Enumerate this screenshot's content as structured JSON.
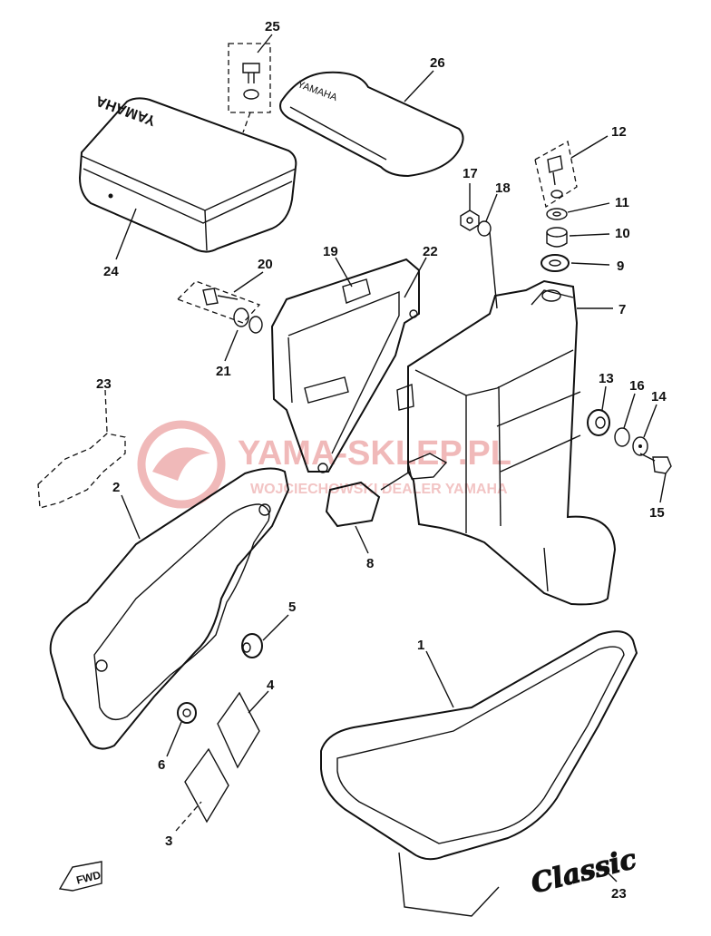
{
  "watermark": {
    "title": "YAMA-SKLEP.PL",
    "subtitle": "WOJCIECHOWSKI DEALER YAMAHA",
    "color": "#e89a9a"
  },
  "emblems": {
    "toolbox_emblem": "YAMAHA",
    "cover_emblem": "YAMAHA",
    "fwd_mark": "FWD",
    "script_emblem": "Classic"
  },
  "callouts": [
    {
      "id": "25",
      "label": "25"
    },
    {
      "id": "26",
      "label": "26"
    },
    {
      "id": "24",
      "label": "24"
    },
    {
      "id": "17",
      "label": "17"
    },
    {
      "id": "18",
      "label": "18"
    },
    {
      "id": "12",
      "label": "12"
    },
    {
      "id": "11",
      "label": "11"
    },
    {
      "id": "10",
      "label": "10"
    },
    {
      "id": "9",
      "label": "9"
    },
    {
      "id": "7",
      "label": "7"
    },
    {
      "id": "19",
      "label": "19"
    },
    {
      "id": "22",
      "label": "22"
    },
    {
      "id": "20",
      "label": "20"
    },
    {
      "id": "21",
      "label": "21"
    },
    {
      "id": "23a",
      "label": "23"
    },
    {
      "id": "13",
      "label": "13"
    },
    {
      "id": "16",
      "label": "16"
    },
    {
      "id": "14",
      "label": "14"
    },
    {
      "id": "15",
      "label": "15"
    },
    {
      "id": "2",
      "label": "2"
    },
    {
      "id": "8",
      "label": "8"
    },
    {
      "id": "5",
      "label": "5"
    },
    {
      "id": "1",
      "label": "1"
    },
    {
      "id": "4",
      "label": "4"
    },
    {
      "id": "6",
      "label": "6"
    },
    {
      "id": "3",
      "label": "3"
    },
    {
      "id": "23b",
      "label": "23"
    }
  ]
}
